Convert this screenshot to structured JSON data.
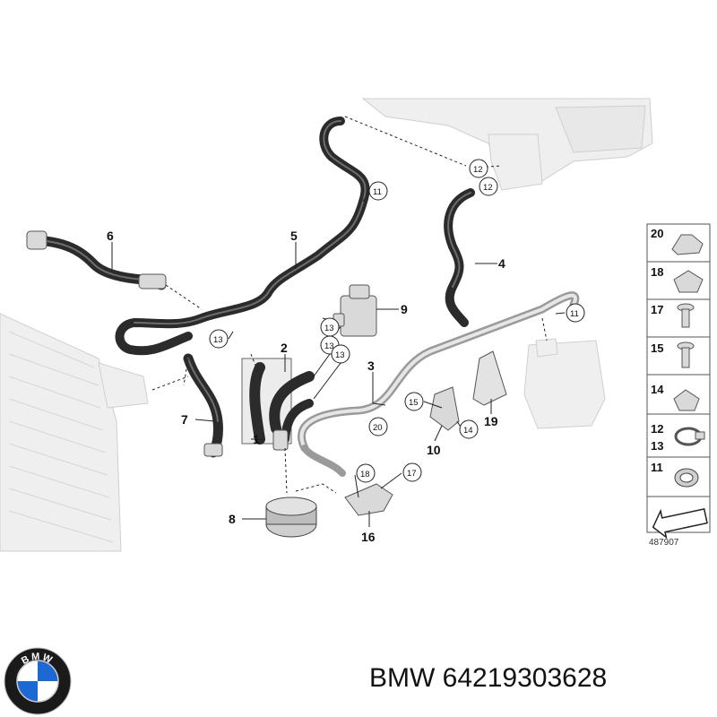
{
  "callouts": {
    "c1": "1",
    "c2": "2",
    "c3": "3",
    "c4": "4",
    "c5": "5",
    "c6": "6",
    "c7": "7",
    "c8": "8",
    "c9": "9",
    "c10": "10",
    "c16": "16",
    "c19": "19",
    "k11a": "11",
    "k11b": "11",
    "k12a": "12",
    "k12b": "12",
    "k13a": "13",
    "k13b": "13",
    "k13c": "13",
    "k13d": "13",
    "k14": "14",
    "k15": "15",
    "k17": "17",
    "k18": "18",
    "k20": "20"
  },
  "parts_panel": {
    "items": [
      "20",
      "18",
      "17",
      "15",
      "14",
      "12",
      "13",
      "11"
    ]
  },
  "diagram_code": "487907",
  "footer": {
    "brand": "BMW",
    "part_number": "64219303628"
  },
  "logo": {
    "letters": "BMW",
    "colors": {
      "ring": "#1a1a1a",
      "blue": "#1c69d4",
      "white": "#ffffff"
    }
  }
}
